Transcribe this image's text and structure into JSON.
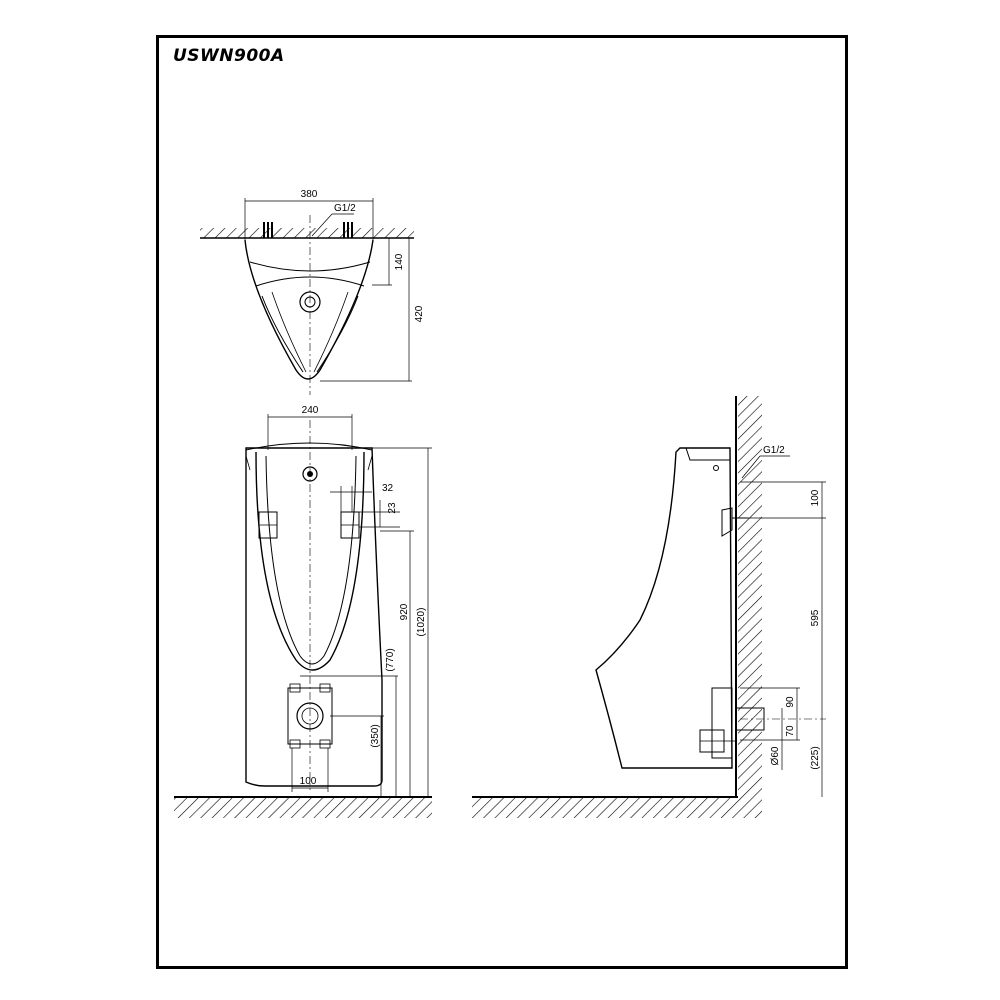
{
  "title": "USWN900A",
  "dimensions": {
    "top_width": "380",
    "top_pipe": "G1/2",
    "top_depth_inlet": "140",
    "top_depth_total": "420",
    "front_top_width": "240",
    "front_offset_32": "32",
    "front_offset_23": "23",
    "front_height_920": "920",
    "front_height_1020": "(1020)",
    "front_height_770": "(770)",
    "front_height_350": "(350)",
    "front_bottom_width": "100",
    "side_pipe": "G1/2",
    "side_100": "100",
    "side_595": "595",
    "side_90": "90",
    "side_70": "70",
    "side_dia60": "Ø60",
    "side_225": "(225)"
  },
  "colors": {
    "line": "#000000",
    "background": "#ffffff"
  }
}
